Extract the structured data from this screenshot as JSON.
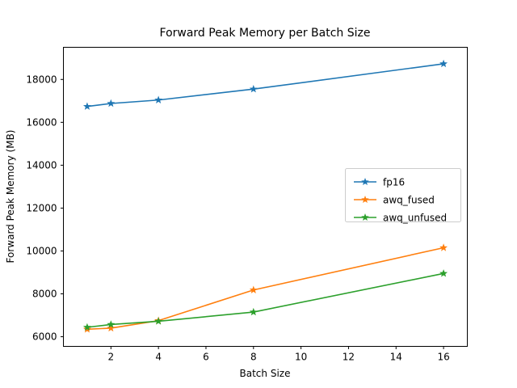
{
  "chart_data": {
    "type": "line",
    "title": "Forward Peak Memory per Batch Size",
    "xlabel": "Batch Size",
    "ylabel": "Forward Peak Memory (MB)",
    "x": [
      1,
      2,
      4,
      8,
      16
    ],
    "xlim": [
      0.0,
      17.0
    ],
    "ylim": [
      5550,
      19500
    ],
    "xticks": [
      2,
      4,
      6,
      8,
      10,
      12,
      14,
      16
    ],
    "xtick_labels": [
      "2",
      "4",
      "6",
      "8",
      "10",
      "12",
      "14",
      "16"
    ],
    "yticks": [
      6000,
      8000,
      10000,
      12000,
      14000,
      16000,
      18000
    ],
    "ytick_labels": [
      "6000",
      "8000",
      "10000",
      "12000",
      "14000",
      "16000",
      "18000"
    ],
    "grid": false,
    "legend_position": "center-right",
    "marker": "star",
    "series": [
      {
        "name": "fp16",
        "color": "#1f77b4",
        "values": [
          16740,
          16880,
          17040,
          17550,
          18730
        ]
      },
      {
        "name": "awq_fused",
        "color": "#ff7f0e",
        "values": [
          6350,
          6400,
          6750,
          8180,
          10150
        ]
      },
      {
        "name": "awq_unfused",
        "color": "#2ca02c",
        "values": [
          6440,
          6570,
          6720,
          7150,
          8950
        ]
      }
    ]
  },
  "legend": {
    "entries": [
      {
        "label": "fp16"
      },
      {
        "label": "awq_fused"
      },
      {
        "label": "awq_unfused"
      }
    ]
  }
}
